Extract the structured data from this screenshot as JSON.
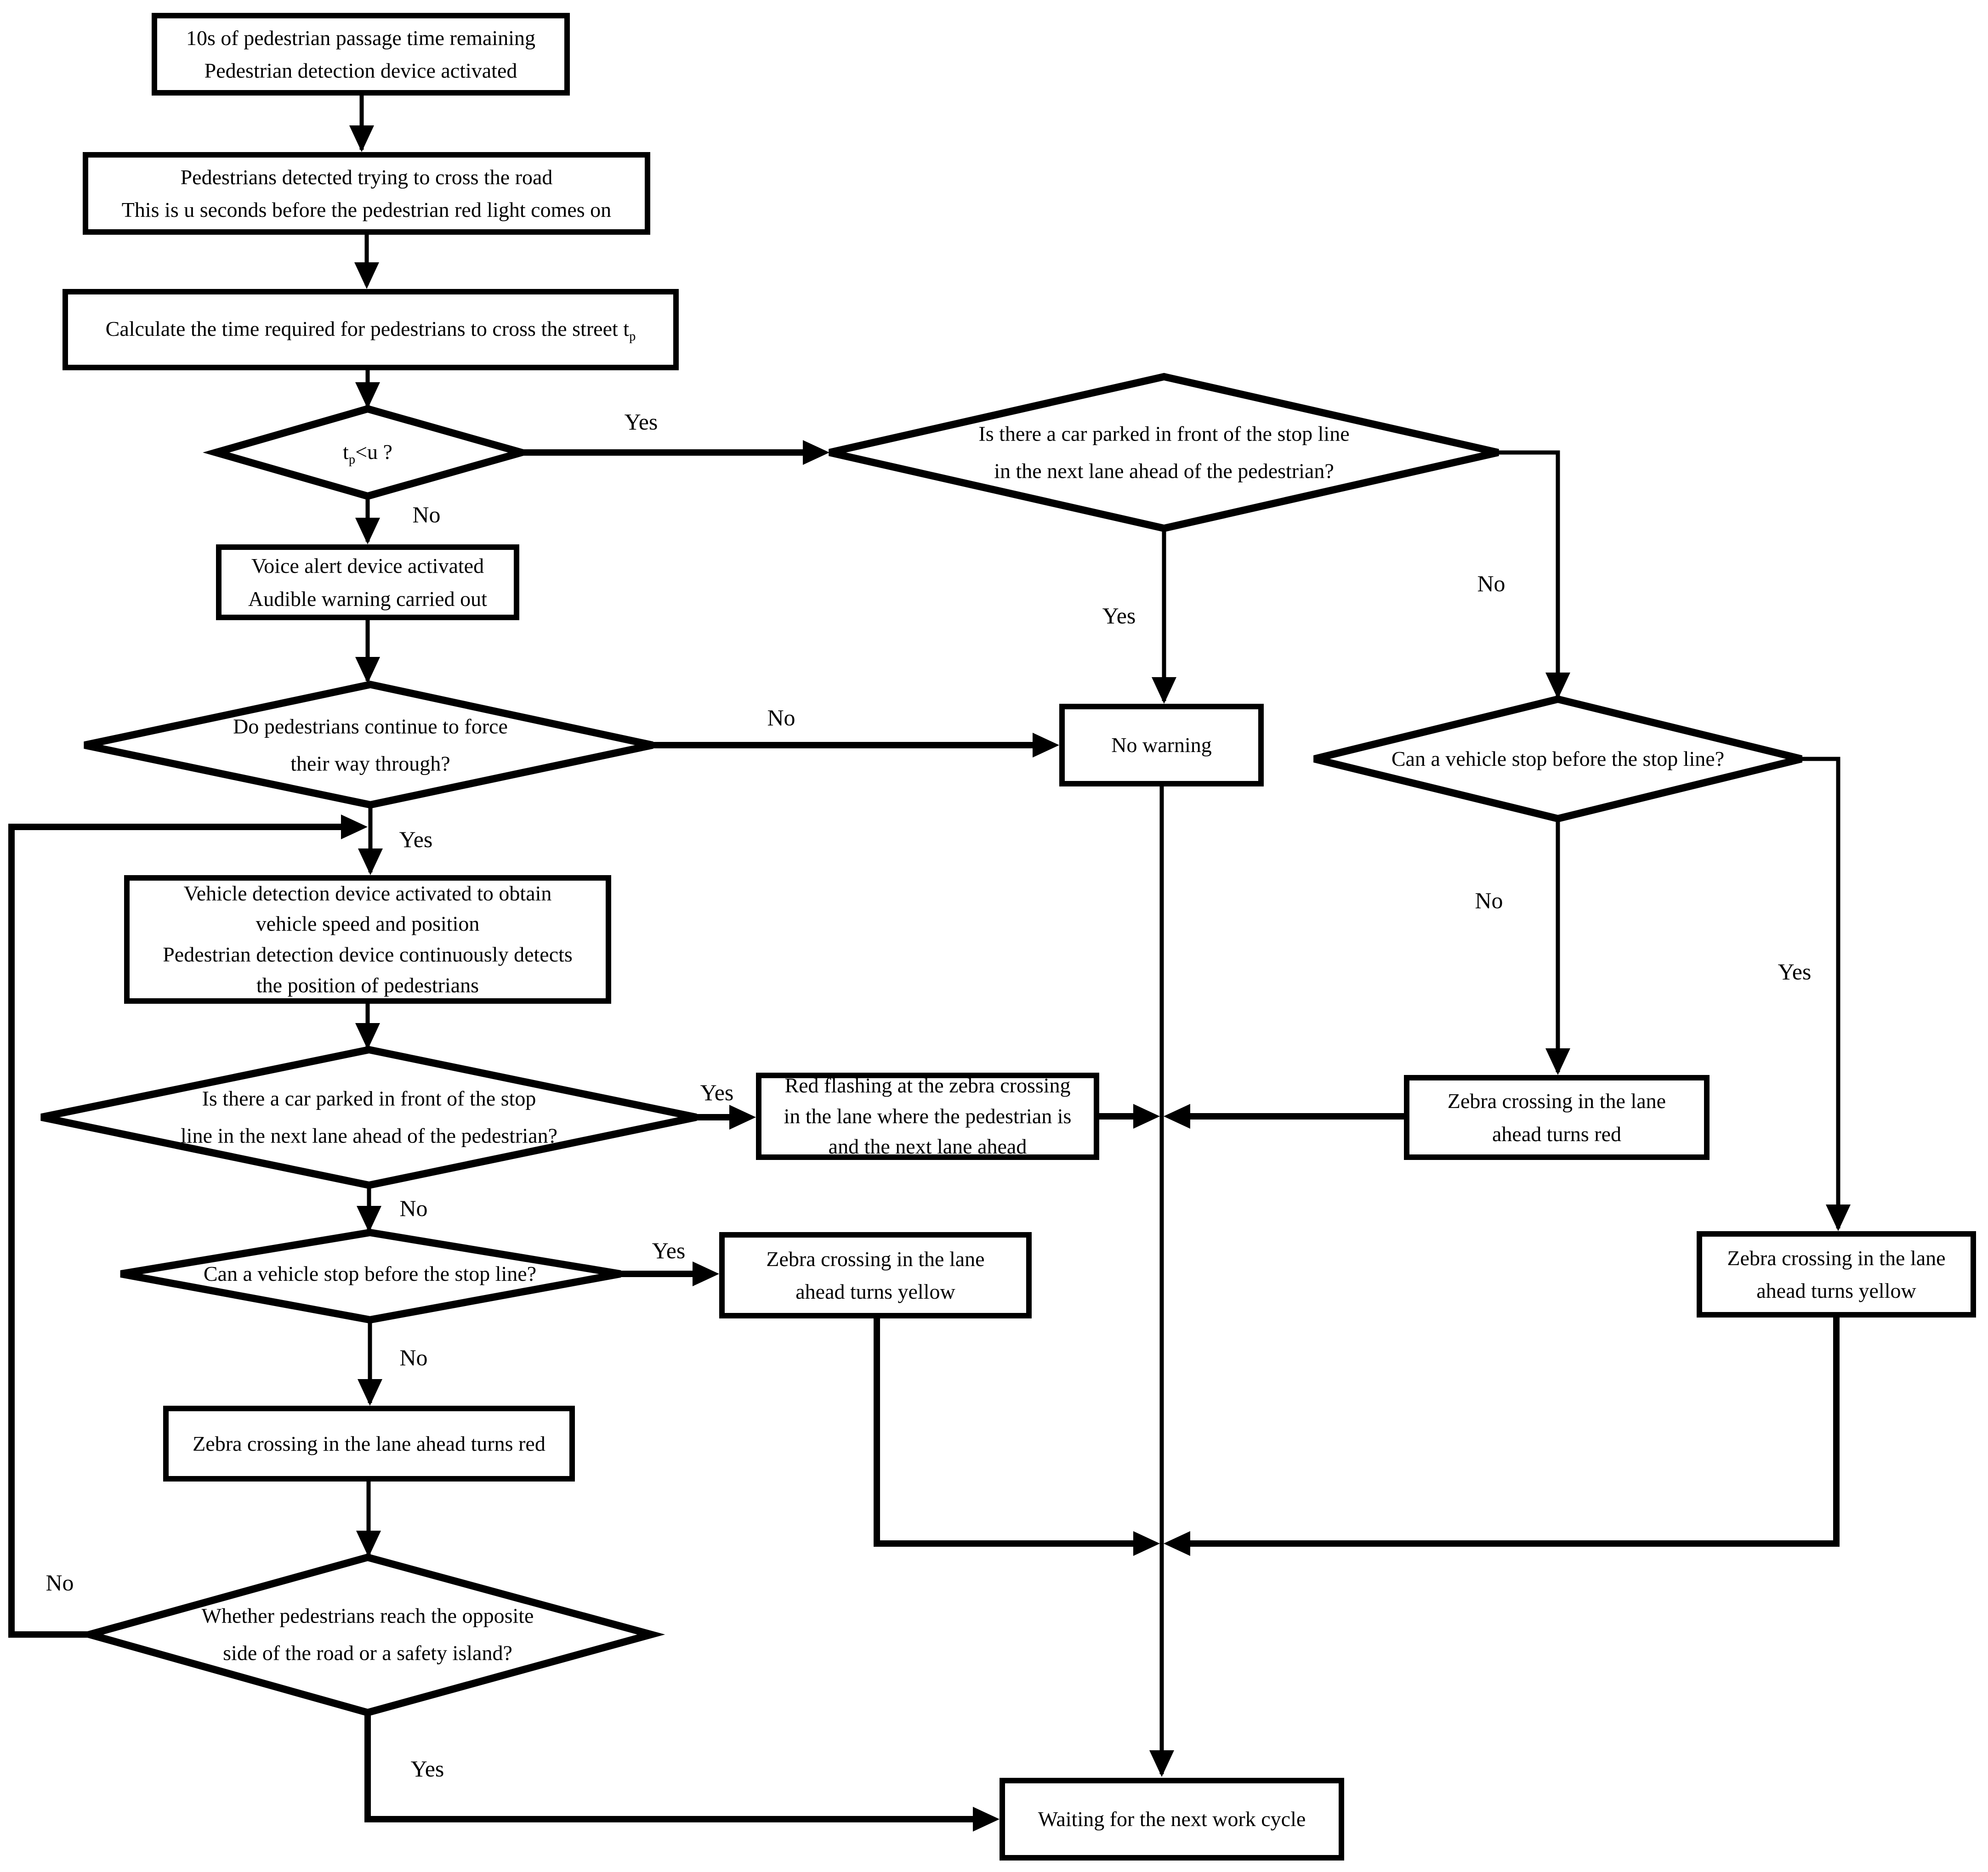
{
  "figure": {
    "description": "Flowchart of pedestrian crossing warning and signal control logic"
  },
  "colors": {
    "line": "#000000",
    "background": "#ffffff",
    "text": "#000000"
  },
  "nodes": {
    "start": {
      "line1": "10s of pedestrian passage time remaining",
      "line2": "Pedestrian detection device activated"
    },
    "detected": {
      "line1": "Pedestrians detected trying to cross the road",
      "line2": "This is u seconds before the pedestrian red light comes on"
    },
    "calc": {
      "prefix": "Calculate the time required for pedestrians to cross the street t",
      "sub": "p"
    },
    "d_tp": {
      "t": "t",
      "sub": "p",
      "rest": "<u ?"
    },
    "d_car_top": {
      "line1": "Is there a car parked in front of the stop line",
      "line2": "in the next lane ahead of the pedestrian?"
    },
    "voice": {
      "line1": "Voice alert device activated",
      "line2": "Audible warning carried out"
    },
    "d_force": {
      "line1": "Do pedestrians continue to force",
      "line2": "their way through?"
    },
    "no_warning": {
      "label": "No warning"
    },
    "d_stop_right": {
      "label": "Can a vehicle stop before the stop line?"
    },
    "vehicle": {
      "line1": "Vehicle detection device activated to obtain",
      "line2": "vehicle speed and position",
      "line3": "Pedestrian detection device continuously detects",
      "line4": "the position of pedestrians"
    },
    "d_car_left": {
      "line1": "Is there a car parked in front of the stop",
      "line2": "line in the next lane ahead of the pedestrian?"
    },
    "red_flash": {
      "line1": "Red flashing at the zebra crossing",
      "line2": "in the lane where the pedestrian is",
      "line3": "and the next lane ahead"
    },
    "zebra_red_right": {
      "line1": "Zebra crossing in the lane",
      "line2": "ahead turns red"
    },
    "d_stop_left": {
      "label": "Can a vehicle stop before the stop line?"
    },
    "zebra_yellow_left": {
      "line1": "Zebra crossing in the lane",
      "line2": "ahead turns yellow"
    },
    "zebra_yellow_right": {
      "line1": "Zebra crossing in the lane",
      "line2": "ahead turns yellow"
    },
    "zebra_red_left": {
      "label": "Zebra crossing in the lane ahead turns red"
    },
    "d_reach": {
      "line1": "Whether pedestrians reach the opposite",
      "line2": "side of the road or a safety island?"
    },
    "waiting": {
      "label": "Waiting for the next work cycle"
    }
  },
  "edge_labels": {
    "yes": "Yes",
    "no": "No"
  }
}
